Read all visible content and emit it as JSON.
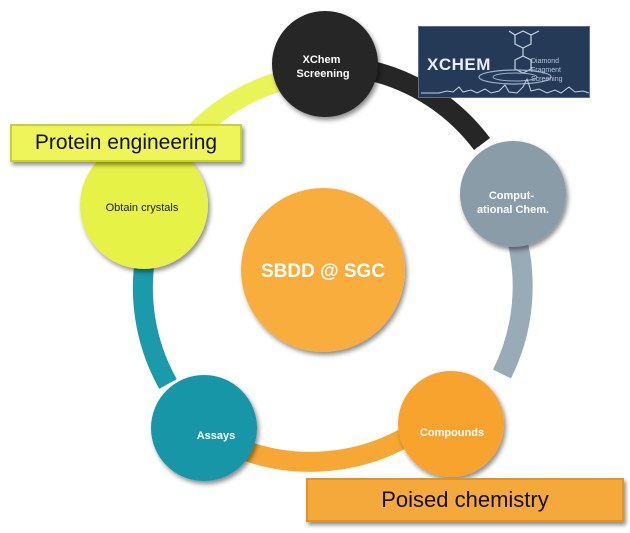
{
  "center": {
    "label": "SBDD @ SGC"
  },
  "nodes": [
    {
      "id": "xchem",
      "label_lines": [
        "XChem",
        "Screening"
      ]
    },
    {
      "id": "comp",
      "label_lines": [
        "Comput-",
        "ational Chem."
      ]
    },
    {
      "id": "compounds",
      "label_lines": [
        "Compounds"
      ]
    },
    {
      "id": "assays",
      "label_lines": [
        "Assays"
      ]
    },
    {
      "id": "crystals",
      "label_lines": [
        "Obtain crystals"
      ]
    }
  ],
  "callouts": {
    "protein_engineering": "Protein engineering",
    "poised_chemistry": "Poised chemistry"
  },
  "logo": {
    "wordmark": "XCHEM",
    "subtitle_lines": [
      "Diamond",
      "Fragment",
      "Screening"
    ]
  },
  "colors": {
    "center": "#f8ad3c",
    "xchem": "#252525",
    "comp": "#8a9ca8",
    "compounds": "#f7a32e",
    "assays": "#1496a7",
    "crystals": "#e6f244",
    "ring_xchem_comp": "#262626",
    "ring_comp_compounds": "#9aabb8",
    "ring_compounds_assays": "#f7a733",
    "ring_assays_crystals": "#1a9aaa",
    "ring_crystals_xchem": "#e9f556",
    "logo_bg": "#243a57"
  }
}
